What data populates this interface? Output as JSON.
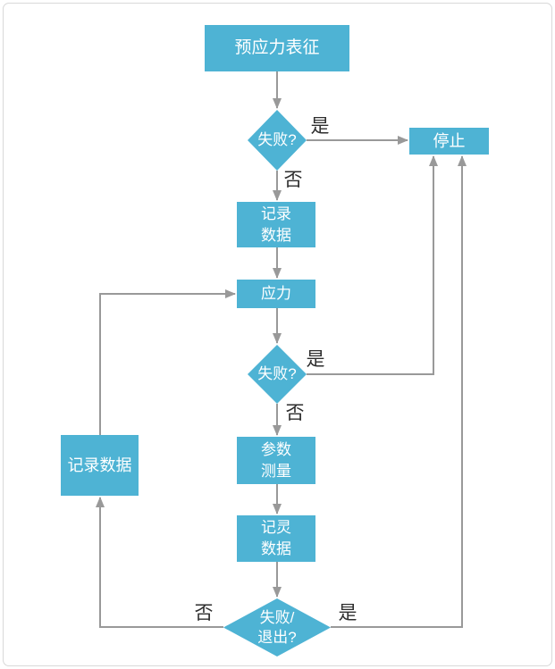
{
  "diagram_type": "flowchart",
  "colors": {
    "node_fill": "#4EB3D4",
    "node_text": "#FFFFFF",
    "connector": "#999999",
    "edge_label_text": "#2E2E2E",
    "page_border": "#D8D8D8",
    "page_bg": "#FFFFFF"
  },
  "nodes": {
    "start": {
      "shape": "rect",
      "label": "预应力表征"
    },
    "fail1": {
      "shape": "diamond",
      "label": "失败?"
    },
    "stop": {
      "shape": "rect",
      "label": "停止"
    },
    "record1": {
      "shape": "rect",
      "label": "记录\n数据"
    },
    "stress": {
      "shape": "rect",
      "label": "应力"
    },
    "fail2": {
      "shape": "diamond",
      "label": "失败?"
    },
    "param_measure": {
      "shape": "rect",
      "label": "参数\n测量"
    },
    "record2": {
      "shape": "rect",
      "label": "记灵\n数据"
    },
    "fail_exit": {
      "shape": "diamond",
      "label": "失败/\n退出?"
    },
    "record_left": {
      "shape": "rect",
      "label": "记录数据"
    }
  },
  "edges": {
    "start_to_fail1": {
      "from": "start",
      "to": "fail1",
      "label": ""
    },
    "fail1_to_stop_yes": {
      "from": "fail1",
      "to": "stop",
      "label": "是"
    },
    "fail1_to_record1_no": {
      "from": "fail1",
      "to": "record1",
      "label": "否"
    },
    "record1_to_stress": {
      "from": "record1",
      "to": "stress",
      "label": ""
    },
    "stress_to_fail2": {
      "from": "stress",
      "to": "fail2",
      "label": ""
    },
    "fail2_to_stop_yes": {
      "from": "fail2",
      "to": "stop",
      "label": "是"
    },
    "fail2_to_param_no": {
      "from": "fail2",
      "to": "param_measure",
      "label": "否"
    },
    "param_to_record2": {
      "from": "param_measure",
      "to": "record2",
      "label": ""
    },
    "record2_to_fail_exit": {
      "from": "record2",
      "to": "fail_exit",
      "label": ""
    },
    "fail_exit_to_record_left_no": {
      "from": "fail_exit",
      "to": "record_left",
      "label": "否"
    },
    "record_left_to_stress": {
      "from": "record_left",
      "to": "stress",
      "label": ""
    },
    "fail_exit_to_stop_yes": {
      "from": "fail_exit",
      "to": "stop",
      "label": "是"
    }
  }
}
